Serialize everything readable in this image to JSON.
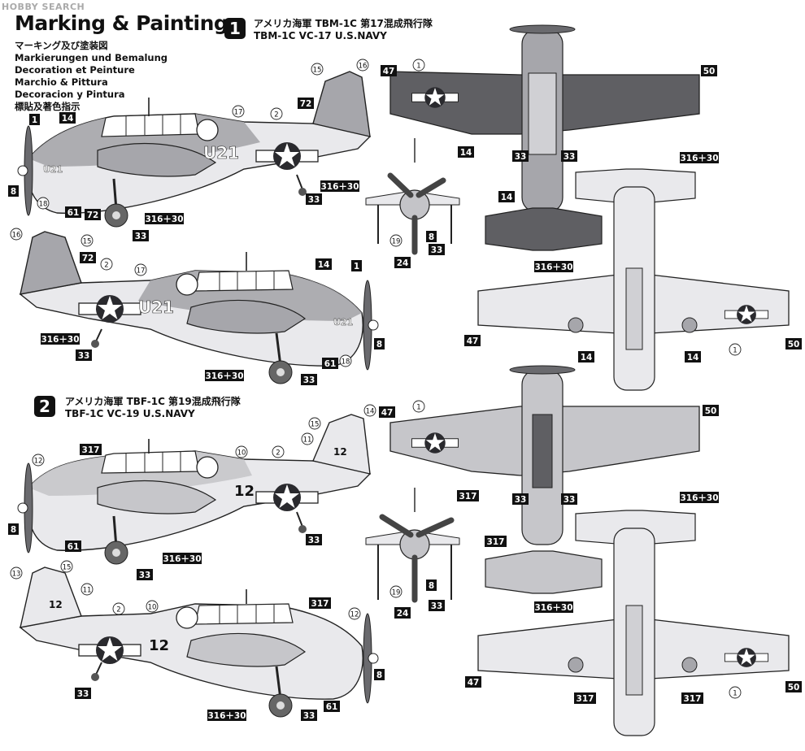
{
  "watermark": "HOBBY SEARCH",
  "title": "Marking & Painting",
  "subtitles": [
    "マーキング及び塗装図",
    "Markierungen und Bemalung",
    "Decoration et Peinture",
    "Marchio & Pittura",
    "Decoracion y Pintura",
    "標貼及著色指示"
  ],
  "schemes": [
    {
      "num": "1",
      "jp": "アメリカ海軍 TBM-1C 第17混成飛行隊",
      "en": "TBM-1C VC-17 U.S.NAVY",
      "code": "U21"
    },
    {
      "num": "2",
      "jp": "アメリカ海軍 TBF-1C 第19混成飛行隊",
      "en": "TBF-1C VC-19 U.S.NAVY",
      "code": "12"
    }
  ],
  "callouts": {
    "c1": "1",
    "c2": "2",
    "c8": "8",
    "c10": "10",
    "c11": "11",
    "c12": "12",
    "c13": "13",
    "c14": "14",
    "c15": "15",
    "c16": "16",
    "c17": "17",
    "c18": "18",
    "c19": "19",
    "c24": "24",
    "c33": "33",
    "c47": "47",
    "c50": "50",
    "c61": "61",
    "c72": "72",
    "c316_30": "316＋30",
    "c317": "317"
  },
  "colors": {
    "dark": "#5f5f63",
    "mid": "#a6a6ab",
    "light": "#e9e9ec",
    "line": "#222222"
  }
}
